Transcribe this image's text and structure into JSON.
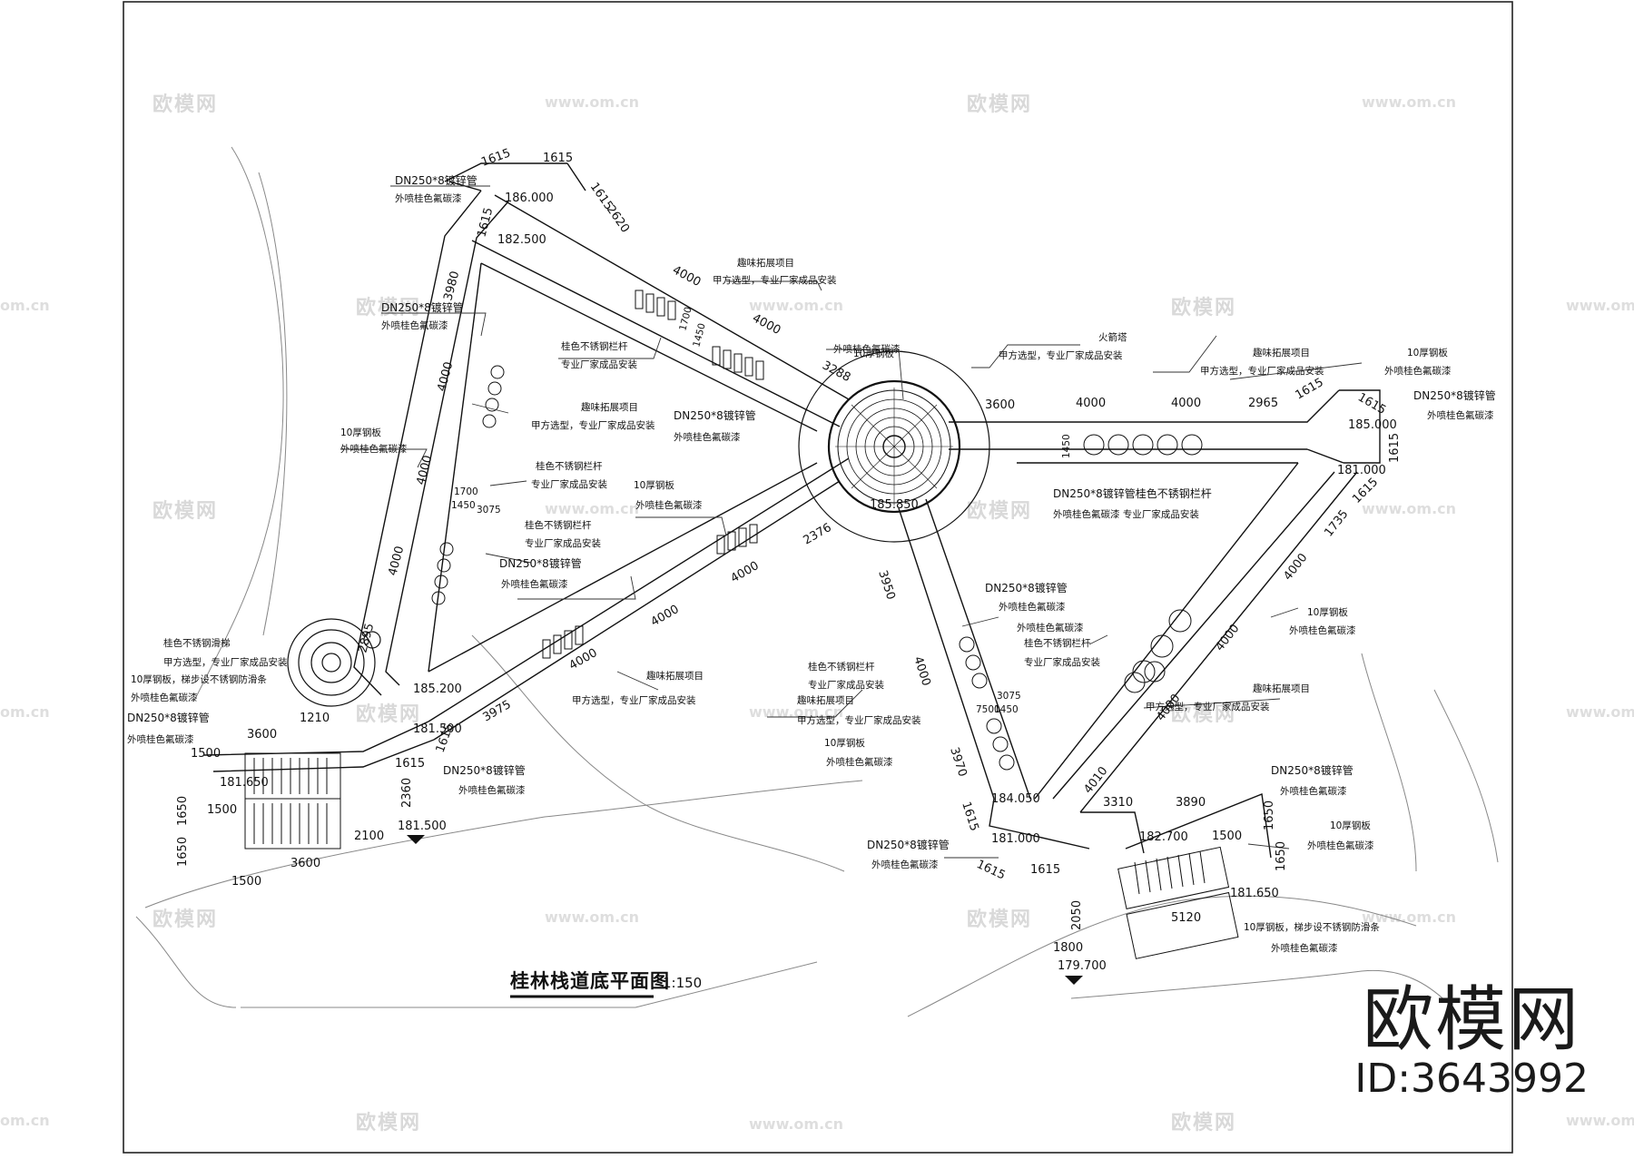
{
  "drawing": {
    "title": "桂林栈道底平面图",
    "scale": "1:150"
  },
  "brand": {
    "logo_text": "欧模网",
    "id_text": "ID:3643992"
  },
  "watermarks": {
    "logo": "欧模网",
    "url": "www.om.cn",
    "url_short": "om.cn"
  },
  "elevations": {
    "e186": "186.000",
    "e1825": "182.500",
    "e1852": "185.200",
    "e1815": "181.500",
    "e1815b": "181.500",
    "e185": "185.000",
    "e181": "181.000",
    "e18405": "184.050",
    "e181b": "181.000",
    "e1827": "182.700",
    "e18165": "181.650",
    "e1797": "179.700",
    "e1856": "185.850",
    "e1816": "181.650"
  },
  "dims": {
    "d1615": "1615",
    "d2620": "2620",
    "d3980": "3980",
    "d4000": "4000",
    "d2895": "2895",
    "d3600": "3600",
    "d2965": "2965",
    "d3288": "3288",
    "d2376": "2376",
    "d3975": "3975",
    "d3950": "3950",
    "d3970": "3970",
    "d1735": "1735",
    "d4010": "4010",
    "d3310": "3310",
    "d3890": "3890",
    "d2050": "2050",
    "d5120": "5120",
    "d1800": "1800",
    "d1500": "1500",
    "d1650": "1650",
    "d2100": "2100",
    "d2360": "2360",
    "d1210": "1210",
    "d1700": "1700",
    "d1450": "1450",
    "d7500": "7500",
    "d3075": "3075"
  },
  "notes": {
    "pipe": "DN250*8镀锌管",
    "pipe_paint": "外喷桂色氟碳漆",
    "plate": "10厚钢板",
    "plate2": "10厚钢板",
    "plate_paint": "外喷桂色氟碳漆",
    "rail": "桂色不锈钢栏杆",
    "rail_install": "专业厂家成品安装",
    "fun": "趣味拓展项目",
    "fun_buyer": "甲方选型，专业厂家成品安装",
    "fire": "火箭塔",
    "slide": "桂色不锈钢滑梯",
    "plate_step": "10厚钢板，梯步设不锈钢防滑条",
    "pipe_rail": "DN250*8镀锌管桂色不锈钢栏杆",
    "paint_install": "外喷桂色氟碳漆        专业厂家成品安装"
  }
}
